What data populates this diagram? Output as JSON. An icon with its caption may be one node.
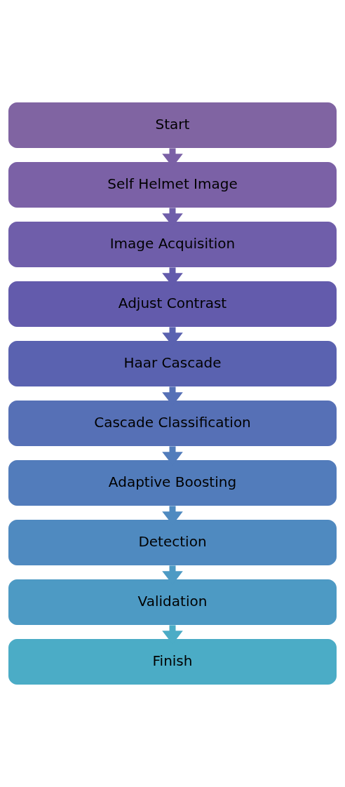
{
  "diagram": {
    "nodes": [
      {
        "text": [
          "Start"
        ]
      },
      {
        "text": [
          "Self Helmet Image"
        ]
      },
      {
        "text": [
          "Image Acquisition"
        ]
      },
      {
        "text": [
          "Adjust Contrast"
        ]
      },
      {
        "text": [
          "Haar Cascade"
        ]
      },
      {
        "text": [
          "Cascade Classification"
        ]
      },
      {
        "text": [
          "Adaptive Boosting"
        ]
      },
      {
        "text": [
          "Detection"
        ]
      },
      {
        "text": [
          "Validation"
        ]
      },
      {
        "text": [
          "Finish"
        ]
      }
    ],
    "edges": [
      {
        "from": 0,
        "to": 1,
        "arrow": "to"
      },
      {
        "from": 1,
        "to": 2,
        "arrow": "to"
      },
      {
        "from": 2,
        "to": 3,
        "arrow": "to"
      },
      {
        "from": 3,
        "to": 4,
        "arrow": "to"
      },
      {
        "from": 4,
        "to": 5,
        "arrow": "to"
      },
      {
        "from": 5,
        "to": 6,
        "arrow": "to"
      },
      {
        "from": 6,
        "to": 7,
        "arrow": "to"
      },
      {
        "from": 7,
        "to": 8,
        "arrow": "to"
      },
      {
        "from": 8,
        "to": 9,
        "arrow": "to"
      }
    ]
  }
}
